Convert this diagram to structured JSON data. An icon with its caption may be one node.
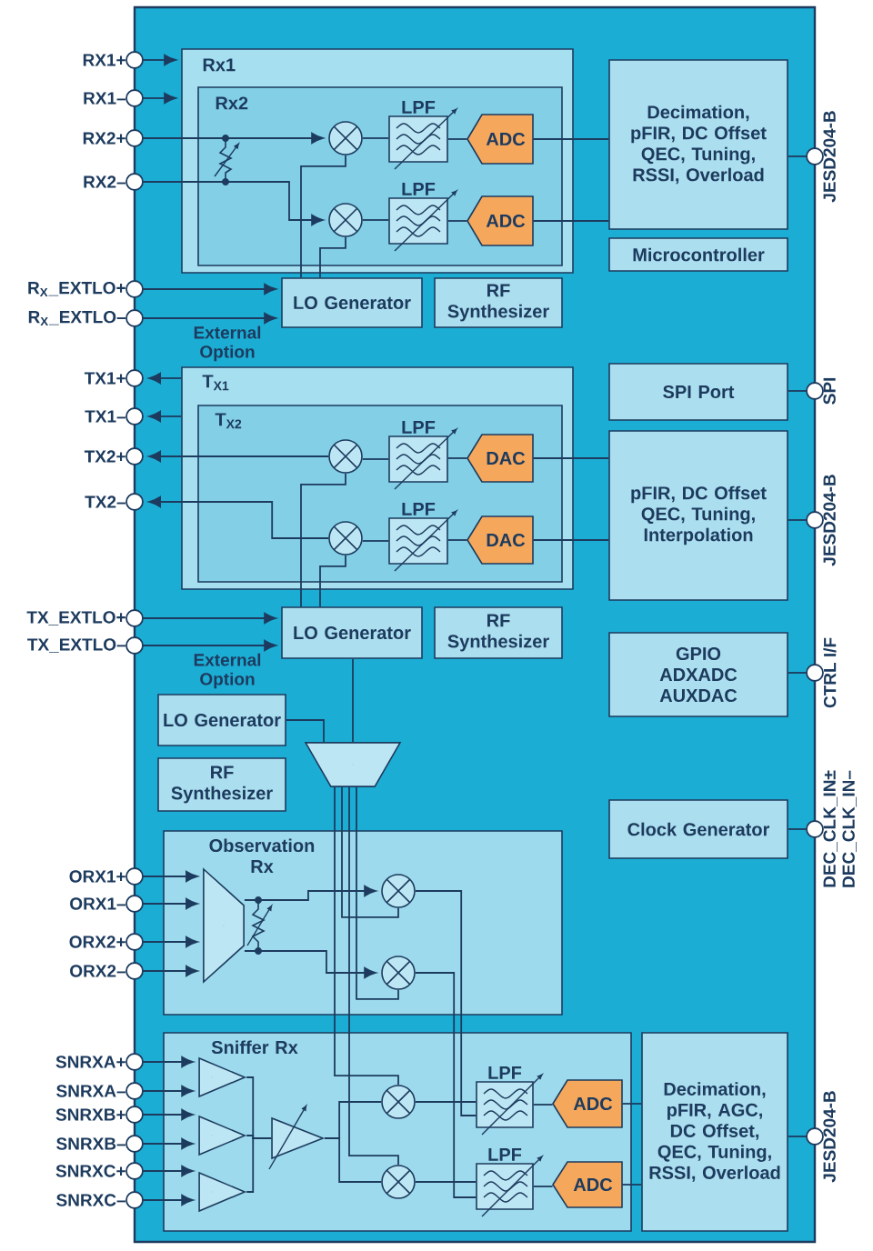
{
  "diagram": {
    "nodes": [
      {
        "text": [],
        "shape": "box"
      },
      {
        "text": [
          "RX1+"
        ]
      },
      {
        "text": [
          "RX1–"
        ]
      },
      {
        "text": [
          "RX2+"
        ]
      },
      {
        "text": [
          "RX2–"
        ]
      },
      {
        "text": [
          "R$_{X}$_EXTLO+"
        ]
      },
      {
        "text": [
          "R$_{X}$_EXTLO–"
        ]
      },
      {
        "text": [
          "Rx1"
        ],
        "in": 0
      },
      {
        "text": [
          "Rx2"
        ],
        "in": 7
      },
      {
        "text": [],
        "shape": "circle",
        "in": 8
      },
      {
        "text": [
          "LPF"
        ],
        "in": 8
      },
      {
        "text": [
          "ADC"
        ],
        "in": 8
      },
      {
        "text": [],
        "shape": "circle",
        "in": 8
      },
      {
        "text": [
          "LPF"
        ],
        "in": 8
      },
      {
        "text": [
          "ADC"
        ],
        "in": 8
      },
      {
        "text": [
          "Decimation, pFIR, DC Offset QEC, Tuning, RSSI, Overload"
        ],
        "in": 0
      },
      {
        "text": [
          "JESD204-B"
        ]
      },
      {
        "text": [
          "Microcontroller"
        ],
        "in": 0
      },
      {
        "text": [
          "LO Generator"
        ],
        "in": 0
      },
      {
        "text": [
          "RF Synthesizer"
        ],
        "in": 0
      },
      {
        "text": [
          "TX1+"
        ]
      },
      {
        "text": [
          "TX1–"
        ]
      },
      {
        "text": [
          "TX2+"
        ]
      },
      {
        "text": [
          "TX2–"
        ]
      },
      {
        "text": [
          "TX_EXTLO+"
        ]
      },
      {
        "text": [
          "TX_EXTLO–"
        ]
      },
      {
        "text": [
          "T$_{X1}$"
        ],
        "in": 0
      },
      {
        "text": [
          "T$_{X2}$"
        ],
        "in": 26
      },
      {
        "text": [],
        "shape": "circle",
        "in": 27
      },
      {
        "text": [
          "LPF"
        ],
        "in": 27
      },
      {
        "text": [
          "DAC"
        ],
        "in": 27
      },
      {
        "text": [],
        "shape": "circle",
        "in": 27
      },
      {
        "text": [
          "LPF"
        ],
        "in": 27
      },
      {
        "text": [
          "DAC"
        ],
        "in": 27
      },
      {
        "text": [
          "SPI Port"
        ],
        "in": 0
      },
      {
        "text": [
          "SPI"
        ]
      },
      {
        "text": [
          "pFIR, DC Offset QEC, Tuning, Interpolation"
        ],
        "in": 0
      },
      {
        "text": [
          "JESD204-B"
        ]
      },
      {
        "text": [
          "LO Generator"
        ],
        "in": 0
      },
      {
        "text": [
          "RF Synthesizer"
        ],
        "in": 0
      },
      {
        "text": [
          "GPIO ADXADC AUXDAC"
        ],
        "in": 0
      },
      {
        "text": [
          "CTRL I/F"
        ]
      },
      {
        "text": [
          "LO Generator"
        ],
        "in": 0
      },
      {
        "text": [
          "RF Synthesizer"
        ],
        "in": 0
      },
      {
        "text": [],
        "shape": "trapezoid",
        "in": 0
      },
      {
        "text": [
          "Clock Generator"
        ],
        "in": 0
      },
      {
        "text": [
          "DEC_CLK_IN±",
          "DEC_CLK_IN–"
        ]
      },
      {
        "text": [
          "Observation Rx"
        ],
        "in": 0
      },
      {
        "text": [
          "ORX1+"
        ]
      },
      {
        "text": [
          "ORX1–"
        ]
      },
      {
        "text": [
          "ORX2+"
        ]
      },
      {
        "text": [
          "ORX2–"
        ]
      },
      {
        "text": [],
        "shape": "trapezoid",
        "in": 47
      },
      {
        "text": [],
        "shape": "circle",
        "in": 47
      },
      {
        "text": [],
        "shape": "circle",
        "in": 47
      },
      {
        "text": [
          "Sniffer Rx"
        ],
        "in": 0
      },
      {
        "text": [
          "SNRXA+"
        ]
      },
      {
        "text": [
          "SNRXA–"
        ]
      },
      {
        "text": [
          "SNRXB+"
        ]
      },
      {
        "text": [
          "SNRXB–"
        ]
      },
      {
        "text": [
          "SNRXC+"
        ]
      },
      {
        "text": [
          "SNRXC–"
        ]
      },
      {
        "text": [],
        "shape": "triangle",
        "in": 55
      },
      {
        "text": [],
        "shape": "triangle",
        "in": 55
      },
      {
        "text": [],
        "shape": "triangle",
        "in": 55
      },
      {
        "text": [],
        "shape": "triangle",
        "in": 55
      },
      {
        "text": [],
        "shape": "circle",
        "in": 55
      },
      {
        "text": [
          "LPF"
        ],
        "in": 55
      },
      {
        "text": [
          "ADC"
        ],
        "in": 55
      },
      {
        "text": [],
        "shape": "circle",
        "in": 55
      },
      {
        "text": [
          "LPF"
        ],
        "in": 55
      },
      {
        "text": [
          "ADC"
        ],
        "in": 55
      },
      {
        "text": [
          "Decimation, pFIR, AGC, DC Offset, QEC, Tuning, RSSI, Overload"
        ],
        "in": 0
      },
      {
        "text": [
          "JESD204-B"
        ]
      }
    ],
    "edges": [
      {
        "from": 1,
        "to": 7,
        "arrow": "to"
      },
      {
        "from": 2,
        "to": 7,
        "arrow": "to"
      },
      {
        "from": 3,
        "to": 9,
        "arrow": "to"
      },
      {
        "from": 4,
        "to": 12,
        "arrow": "to"
      },
      {
        "from": 5,
        "to": 18,
        "arrow": "to"
      },
      {
        "from": 6,
        "to": 18,
        "arrow": "to"
      },
      {
        "from": 9,
        "to": 10,
        "arrow": "none"
      },
      {
        "from": 10,
        "to": 11,
        "arrow": "none"
      },
      {
        "from": 12,
        "to": 13,
        "arrow": "none"
      },
      {
        "from": 13,
        "to": 14,
        "arrow": "none"
      },
      {
        "from": 11,
        "to": 15,
        "arrow": "none"
      },
      {
        "from": 14,
        "to": 15,
        "arrow": "none"
      },
      {
        "from": 15,
        "to": 16,
        "arrow": "none"
      },
      {
        "from": 18,
        "to": 9,
        "arrow": "none"
      },
      {
        "from": 18,
        "to": 12,
        "arrow": "none"
      },
      {
        "from": 26,
        "to": 20,
        "arrow": "to"
      },
      {
        "from": 26,
        "to": 21,
        "arrow": "to"
      },
      {
        "from": 28,
        "to": 22,
        "arrow": "to"
      },
      {
        "from": 31,
        "to": 23,
        "arrow": "to"
      },
      {
        "from": 24,
        "to": 38,
        "arrow": "to"
      },
      {
        "from": 25,
        "to": 38,
        "arrow": "to"
      },
      {
        "from": 29,
        "to": 28,
        "arrow": "none"
      },
      {
        "from": 30,
        "to": 29,
        "arrow": "none"
      },
      {
        "from": 32,
        "to": 31,
        "arrow": "none"
      },
      {
        "from": 33,
        "to": 32,
        "arrow": "none"
      },
      {
        "from": 36,
        "to": 30,
        "arrow": "none"
      },
      {
        "from": 36,
        "to": 33,
        "arrow": "none"
      },
      {
        "from": 38,
        "to": 28,
        "arrow": "none"
      },
      {
        "from": 38,
        "to": 31,
        "arrow": "none"
      },
      {
        "from": 34,
        "to": 35,
        "arrow": "none"
      },
      {
        "from": 36,
        "to": 37,
        "arrow": "none"
      },
      {
        "from": 40,
        "to": 41,
        "arrow": "none"
      },
      {
        "from": 38,
        "to": 44,
        "arrow": "none"
      },
      {
        "from": 42,
        "to": 44,
        "arrow": "none"
      },
      {
        "from": 44,
        "to": 53,
        "arrow": "none"
      },
      {
        "from": 44,
        "to": 54,
        "arrow": "none"
      },
      {
        "from": 44,
        "to": 66,
        "arrow": "none"
      },
      {
        "from": 44,
        "to": 69,
        "arrow": "none"
      },
      {
        "from": 45,
        "to": 46,
        "arrow": "none"
      },
      {
        "from": 48,
        "to": 52,
        "arrow": "to"
      },
      {
        "from": 49,
        "to": 52,
        "arrow": "to"
      },
      {
        "from": 50,
        "to": 52,
        "arrow": "to"
      },
      {
        "from": 51,
        "to": 52,
        "arrow": "to"
      },
      {
        "from": 52,
        "to": 53,
        "arrow": "to"
      },
      {
        "from": 52,
        "to": 54,
        "arrow": "to"
      },
      {
        "from": 53,
        "to": 67,
        "arrow": "none"
      },
      {
        "from": 54,
        "to": 70,
        "arrow": "none"
      },
      {
        "from": 56,
        "to": 62,
        "arrow": "to"
      },
      {
        "from": 57,
        "to": 62,
        "arrow": "to"
      },
      {
        "from": 58,
        "to": 63,
        "arrow": "to"
      },
      {
        "from": 59,
        "to": 63,
        "arrow": "to"
      },
      {
        "from": 60,
        "to": 64,
        "arrow": "to"
      },
      {
        "from": 61,
        "to": 64,
        "arrow": "to"
      },
      {
        "from": 62,
        "to": 65,
        "arrow": "none"
      },
      {
        "from": 63,
        "to": 65,
        "arrow": "none"
      },
      {
        "from": 64,
        "to": 65,
        "arrow": "none"
      },
      {
        "from": 65,
        "to": 66,
        "arrow": "none"
      },
      {
        "from": 65,
        "to": 69,
        "arrow": "none"
      },
      {
        "from": 66,
        "to": 67,
        "arrow": "none"
      },
      {
        "from": 69,
        "to": 70,
        "arrow": "none"
      },
      {
        "from": 67,
        "to": 68,
        "arrow": "none"
      },
      {
        "from": 70,
        "to": 71,
        "arrow": "none"
      },
      {
        "from": 68,
        "to": 72,
        "arrow": "none"
      },
      {
        "from": 71,
        "to": 72,
        "arrow": "none"
      },
      {
        "from": 72,
        "to": 73,
        "arrow": "none"
      }
    ],
    "labels": [
      "External Option",
      "External Option"
    ]
  }
}
